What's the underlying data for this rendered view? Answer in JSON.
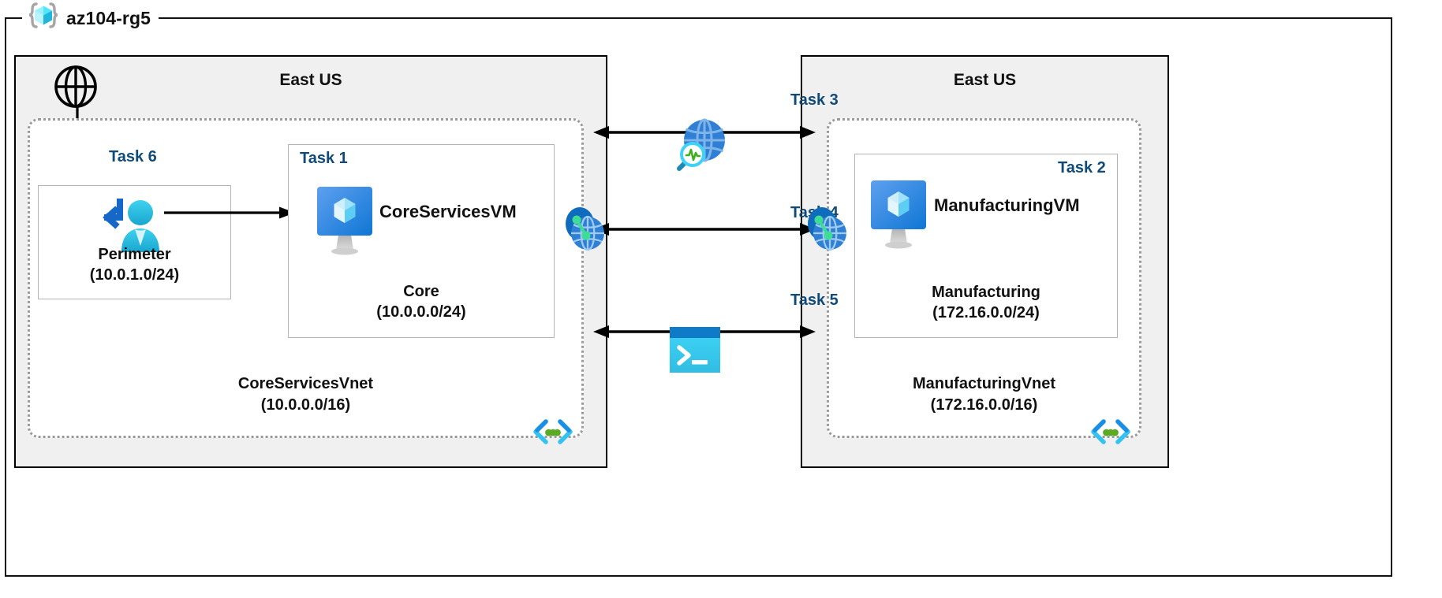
{
  "diagram": {
    "resource_group": {
      "name": "az104-rg5",
      "icon": "resource-group-cube-icon"
    },
    "regions": [
      {
        "id": "left",
        "title": "East US"
      },
      {
        "id": "right",
        "title": "East US"
      }
    ],
    "vnets": [
      {
        "id": "core",
        "name": "CoreServicesVnet",
        "cidr": "(10.0.0.0/16)",
        "corner_icon": "vnet-code-brackets-icon"
      },
      {
        "id": "manufacturing",
        "name": "ManufacturingVnet",
        "cidr": "(172.16.0.0/16)",
        "corner_icon": "vnet-code-brackets-icon"
      }
    ],
    "subnets": [
      {
        "id": "perimeter",
        "task": "Task 6",
        "name": "Perimeter",
        "cidr": "(10.0.1.0/24)",
        "icon": "bastion-user-icon"
      },
      {
        "id": "core",
        "task": "Task 1",
        "name": "Core",
        "cidr": "(10.0.0.0/24)",
        "vm_name": "CoreServicesVM",
        "icon": "virtual-machine-icon"
      },
      {
        "id": "manufacturing",
        "task": "Task 2",
        "name": "Manufacturing",
        "cidr": "(172.16.0.0/24)",
        "vm_name": "ManufacturingVM",
        "icon": "virtual-machine-icon"
      }
    ],
    "connections": [
      {
        "id": "task3",
        "task": "Task 3",
        "icon": "network-watcher-globe-magnifier-icon",
        "style": "double-arrow"
      },
      {
        "id": "task4",
        "task": "Task 4",
        "icon": "vnet-peering-icon",
        "style": "double-arrow"
      },
      {
        "id": "task5",
        "task": "Task 5",
        "icon": "cloud-shell-terminal-icon",
        "style": "double-arrow"
      }
    ],
    "peering_endpoints": [
      {
        "id": "left",
        "icon": "vnet-peering-icon"
      },
      {
        "id": "right",
        "icon": "vnet-peering-icon"
      }
    ],
    "internet": {
      "icon": "internet-globe-icon"
    },
    "colors": {
      "task_label": "#104a78",
      "region_fill": "#f0f0f0",
      "region_border": "#000000",
      "vnet_border": "#9a9a9a",
      "subnet_border": "#b4b4b4",
      "azure_blue": "#0078d4",
      "azure_cyan": "#32c8f0",
      "peering_green": "#3ddc97",
      "text": "#111111"
    }
  }
}
